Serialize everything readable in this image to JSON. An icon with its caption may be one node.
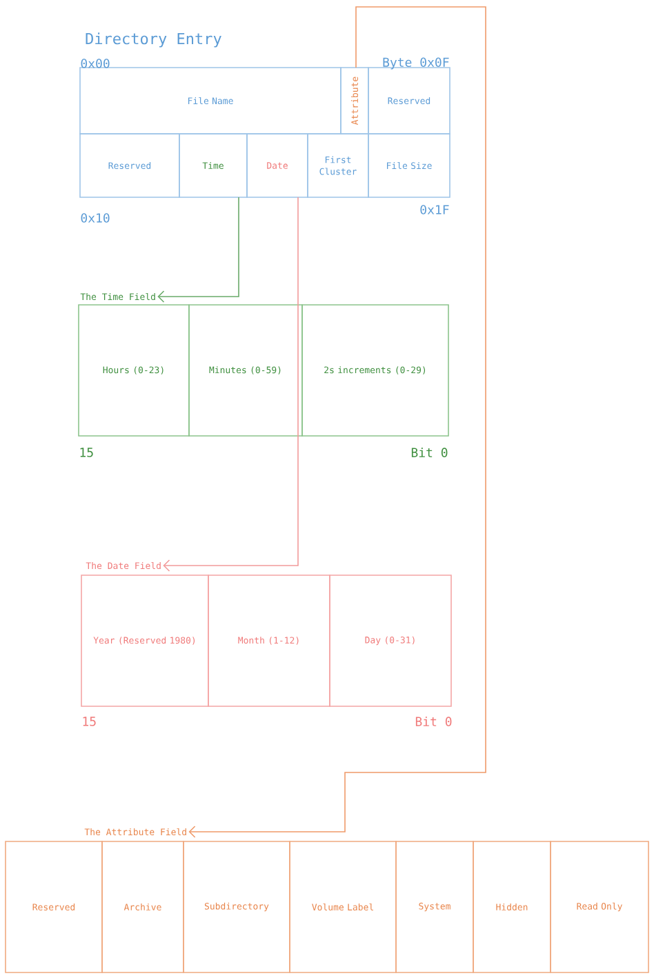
{
  "diagram": {
    "title": "Directory Entry",
    "nodes": [
      {
        "text": [
          "File Name"
        ]
      },
      {
        "text": [
          "Attribute"
        ]
      },
      {
        "text": [
          "Reserved"
        ]
      },
      {
        "text": [
          "Reserved"
        ]
      },
      {
        "text": [
          "Time"
        ]
      },
      {
        "text": [
          "Date"
        ]
      },
      {
        "text": [
          "First Cluster"
        ]
      },
      {
        "text": [
          "File Size"
        ]
      },
      {
        "text": [
          "The Time Field"
        ]
      },
      {
        "text": [
          "Hours (0-23)"
        ]
      },
      {
        "text": [
          "Minutes (0-59)"
        ]
      },
      {
        "text": [
          "2s increments (0-29)"
        ]
      },
      {
        "text": [
          "The Date Field"
        ]
      },
      {
        "text": [
          "Year (Reserved 1980)"
        ]
      },
      {
        "text": [
          "Month (1-12)"
        ]
      },
      {
        "text": [
          "Day (0-31)"
        ]
      },
      {
        "text": [
          "The Attribute Field"
        ]
      },
      {
        "text": [
          "Reserved"
        ]
      },
      {
        "text": [
          "Archive"
        ]
      },
      {
        "text": [
          "Subdirectory"
        ]
      },
      {
        "text": [
          "Volume Label"
        ]
      },
      {
        "text": [
          "System"
        ]
      },
      {
        "text": [
          "Hidden"
        ]
      },
      {
        "text": [
          "Read Only"
        ]
      }
    ],
    "edges": [
      {
        "from": 4,
        "to": 8,
        "arrow": "to",
        "color": "#6aaa6a"
      },
      {
        "from": 5,
        "to": 12,
        "arrow": "to",
        "color": "#f29a9a"
      },
      {
        "from": 1,
        "to": 16,
        "arrow": "to",
        "color": "#ef9a6a"
      }
    ],
    "labels": [
      "0x00",
      "Byte 0x0F",
      "0x10",
      "0x1F",
      "15",
      "Bit 0",
      "15",
      "Bit 0"
    ]
  }
}
